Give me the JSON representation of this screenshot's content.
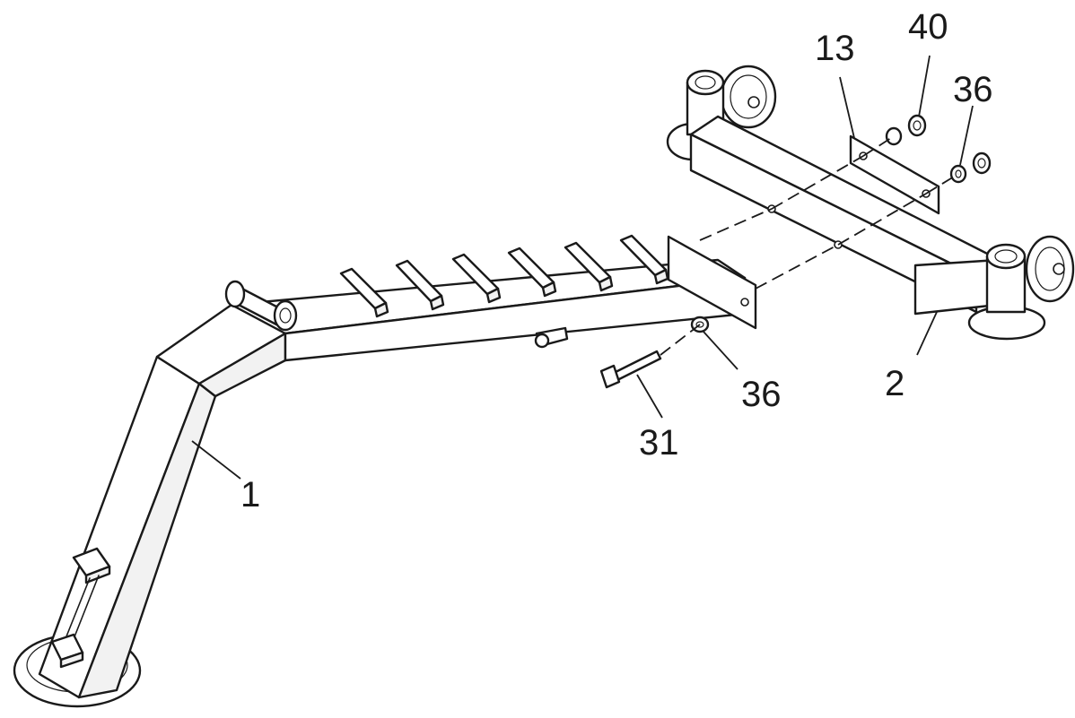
{
  "callouts": {
    "part_1": "1",
    "part_2": "2",
    "part_13": "13",
    "part_31": "31",
    "part_36_top": "36",
    "part_36_bottom": "36",
    "part_40": "40"
  },
  "colors": {
    "line": "#1a1a1a",
    "background": "#ffffff"
  }
}
